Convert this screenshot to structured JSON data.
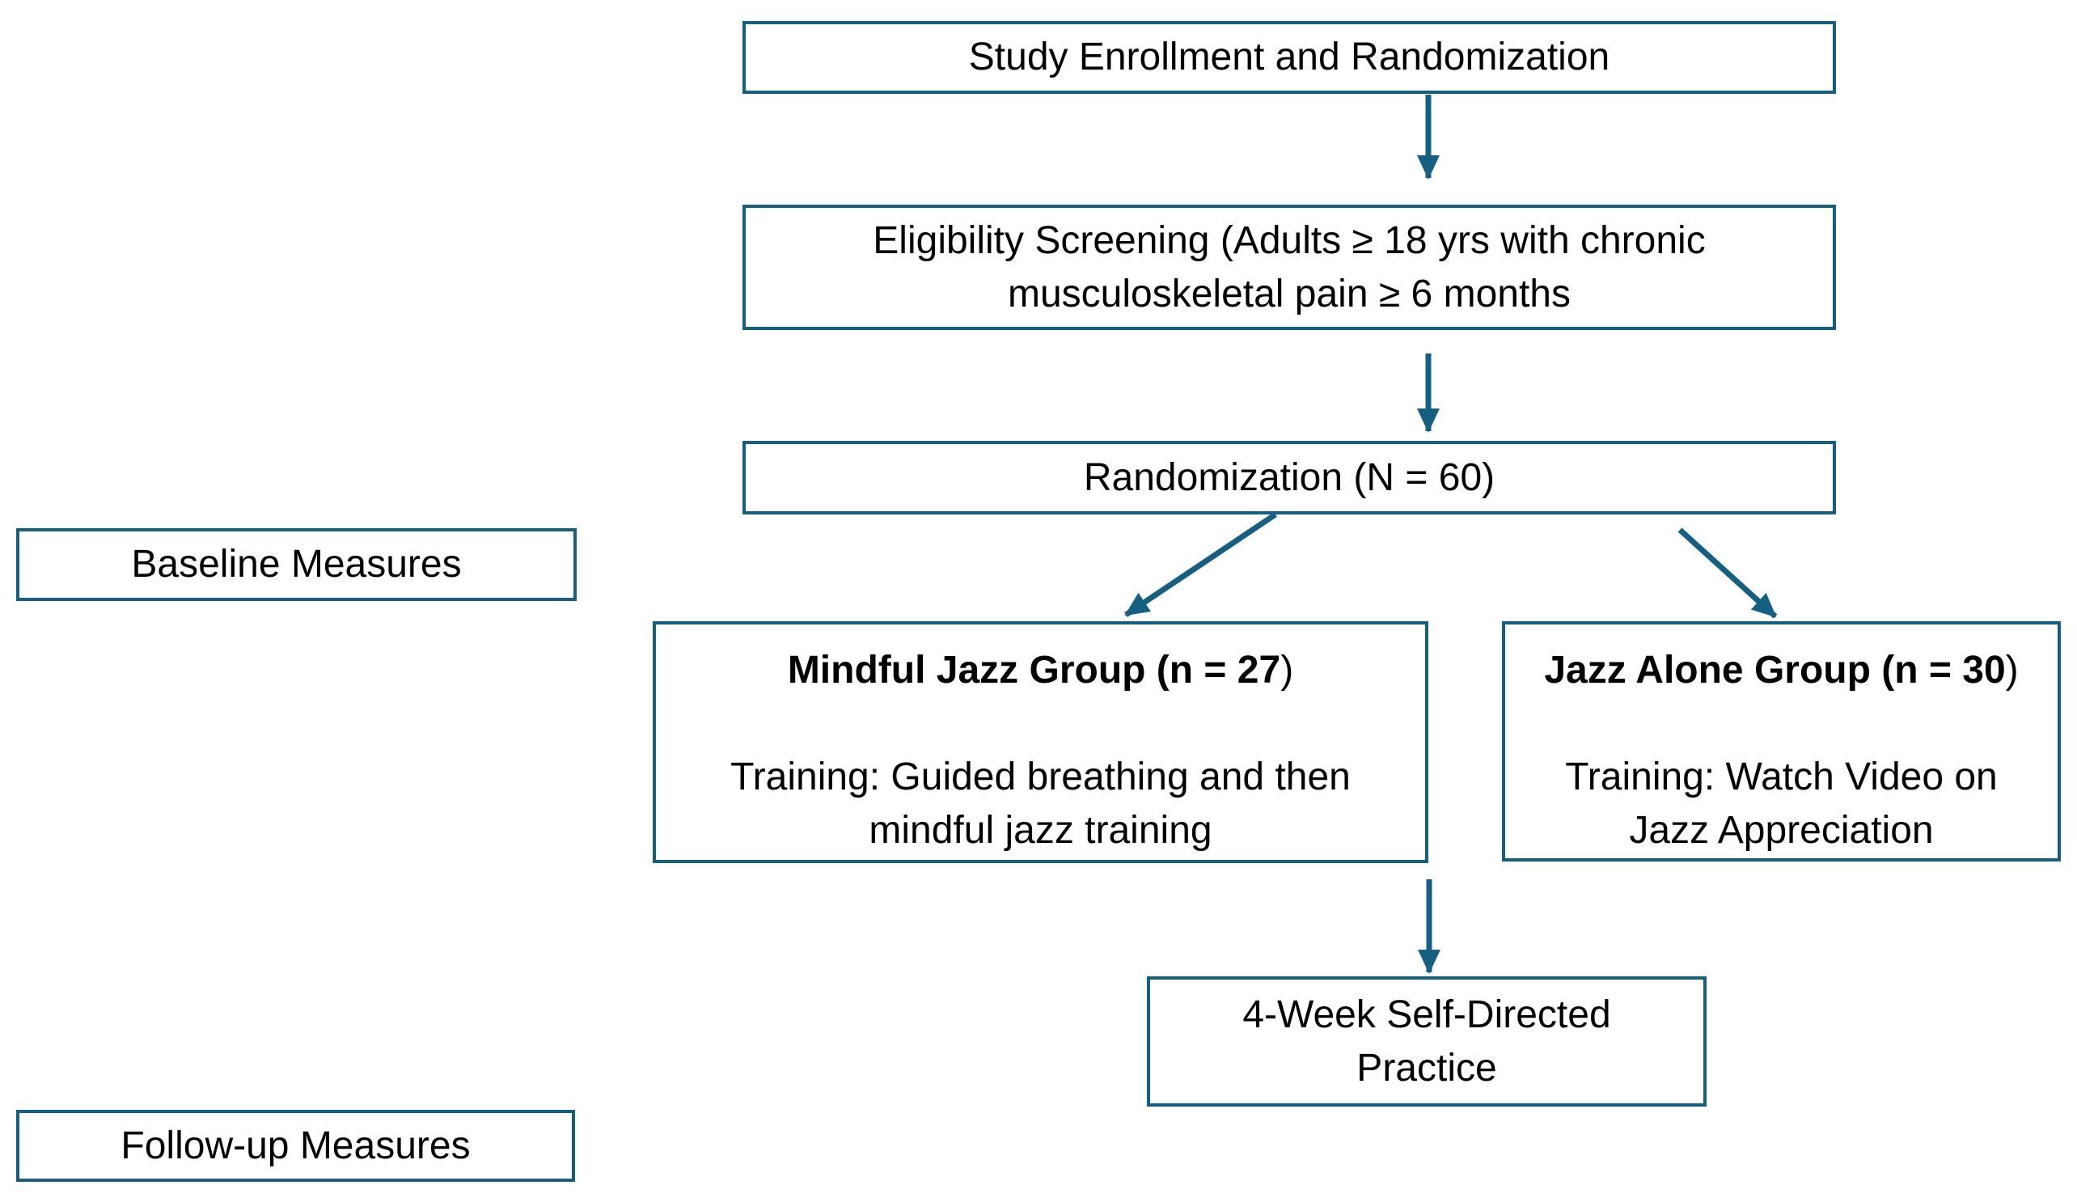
{
  "colors": {
    "accent": "#156082",
    "text": "#000000",
    "background": "#ffffff"
  },
  "diagram": {
    "boxes": {
      "enrollment": {
        "text": "Study Enrollment and Randomization"
      },
      "eligibility": {
        "text": "Eligibility Screening (Adults ≥ 18 yrs with chronic\nmusculoskeletal pain ≥ 6 months"
      },
      "randomization": {
        "text": "Randomization (N = 60)"
      },
      "baseline": {
        "text": "Baseline Measures"
      },
      "mindful_group": {
        "heading_bold": "Mindful Jazz Group (n = 27",
        "heading_rest": ")",
        "body": "Training: Guided breathing and then\nmindful jazz training"
      },
      "jazz_alone_group": {
        "heading_bold": "Jazz Alone Group (n = 30",
        "heading_rest": ")",
        "body": "Training: Watch Video on\nJazz Appreciation"
      },
      "practice": {
        "text": "4-Week Self-Directed\nPractice"
      },
      "followup": {
        "text": "Follow-up Measures"
      }
    }
  }
}
